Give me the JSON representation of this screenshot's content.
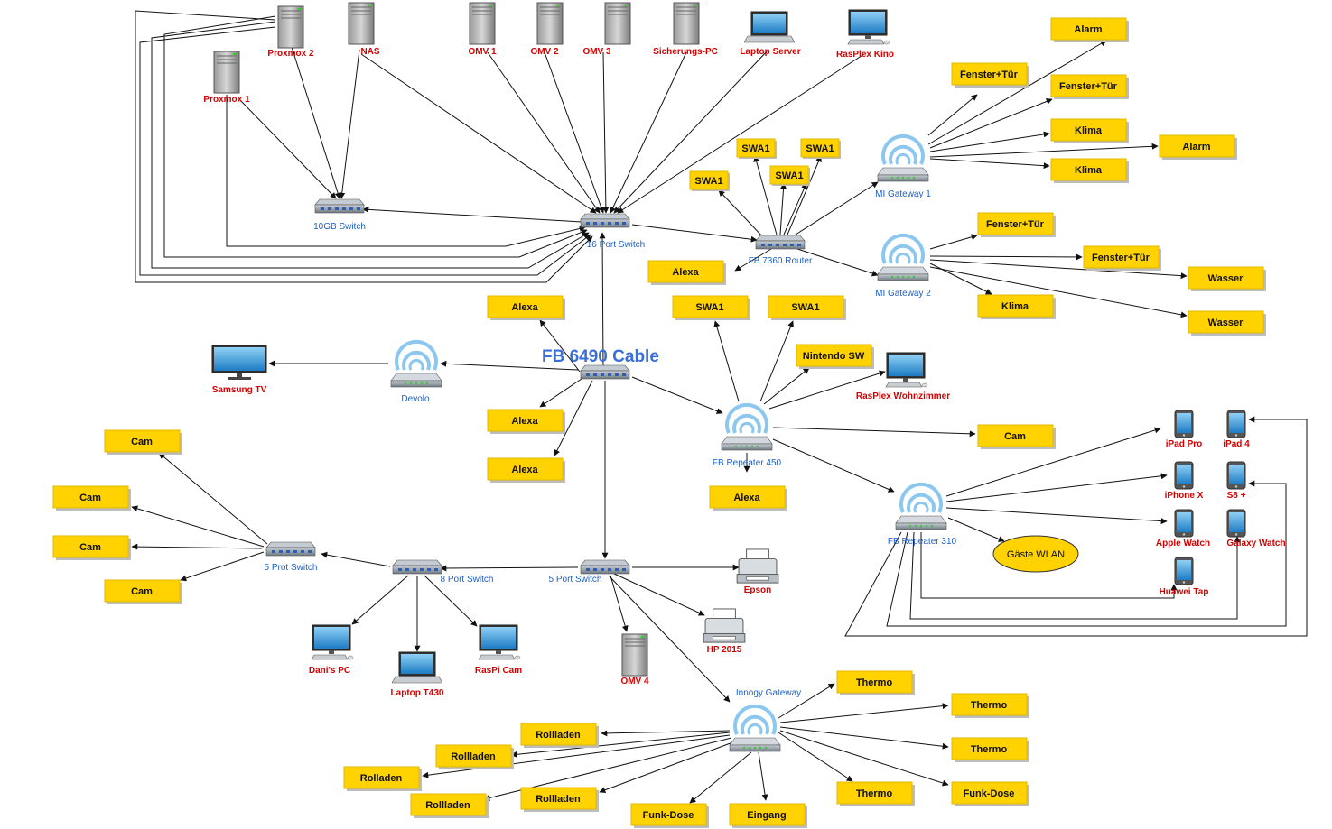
{
  "diagram": {
    "title": "FB 6490 Cable",
    "device_labels": {
      "proxmox2": "Proxmox 2",
      "nas": "NAS",
      "omv1": "OMV 1",
      "omv2": "OMV 2",
      "omv3": "OMV 3",
      "sicherungs_pc": "Sicherungs-PC",
      "laptop_server": "Laptop Server",
      "rasplex_kino": "RasPlex Kino",
      "proxmox1": "Proxmox 1",
      "samsung_tv": "Samsung TV",
      "rasplex_wohnzimmer": "RasPlex Wohnzimmer",
      "ipad_pro": "iPad Pro",
      "ipad4": "iPad 4",
      "iphone_x": "iPhone X",
      "s8plus": "S8 +",
      "apple_watch": "Apple Watch",
      "galaxy_watch": "Galaxy Watch",
      "huawei_tap": "Huawei Tap",
      "epson": "Epson",
      "hp2015": "HP 2015",
      "omv4": "OMV 4",
      "danis_pc": "Dani's PC",
      "laptop_t430": "Laptop T430",
      "raspi_cam": "RasPi Cam"
    },
    "network_labels": {
      "switch_10gb": "10GB Switch",
      "switch_16": "16 Port Switch",
      "fb7360": "FB 7360 Router",
      "mi_gw1": "MI Gateway 1",
      "mi_gw2": "MI Gateway 2",
      "devolo": "Devolo",
      "rep450": "FB Repeater 450",
      "rep310": "FB Repeater 310",
      "switch_5prot": "5 Prot Switch",
      "switch_8": "8 Port Switch",
      "switch_5": "5 Port Switch",
      "innogy": "Innogy Gateway"
    },
    "guest_wlan": "Gäste WLAN",
    "boxes": {
      "alarm1": "Alarm",
      "fenster_tuer1": "Fenster+Tür",
      "fenster_tuer2": "Fenster+Tür",
      "klima1": "Klima",
      "alarm2": "Alarm",
      "klima2": "Klima",
      "swa1_a": "SWA1",
      "swa1_b": "SWA1",
      "swa1_c": "SWA1",
      "swa1_d": "SWA1",
      "alexa_fb": "Alexa",
      "fenster_tuer3": "Fenster+Tür",
      "fenster_tuer4": "Fenster+Tür",
      "wasser1": "Wasser",
      "klima3": "Klima",
      "wasser2": "Wasser",
      "alexa1": "Alexa",
      "swa1_e": "SWA1",
      "swa1_f": "SWA1",
      "nintendo": "Nintendo SW",
      "alexa2": "Alexa",
      "alexa3": "Alexa",
      "cam_rep": "Cam",
      "alexa_rep": "Alexa",
      "cam1": "Cam",
      "cam2": "Cam",
      "cam3": "Cam",
      "cam4": "Cam",
      "thermo1": "Thermo",
      "thermo2": "Thermo",
      "thermo3": "Thermo",
      "thermo4": "Thermo",
      "funk1": "Funk-Dose",
      "funk2": "Funk-Dose",
      "eingang": "Eingang",
      "rollladen1": "Rollladen",
      "rollladen2": "Rollladen",
      "rolladen3": "Rolladen",
      "rollladen4": "Rollladen",
      "rollladen5": "Rollladen"
    }
  }
}
